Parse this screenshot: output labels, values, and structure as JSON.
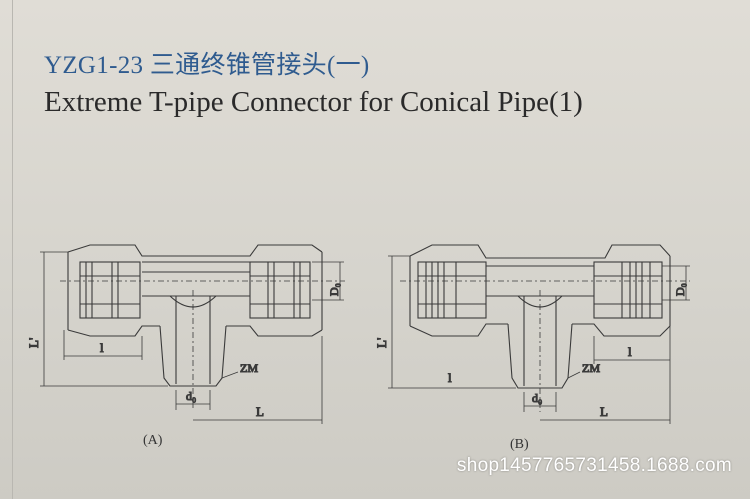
{
  "document": {
    "title_cn": "YZG1-23 三通终锥管接头(一)",
    "title_en": "Extreme T-pipe  Connector for Conical Pipe(1)"
  },
  "figure_a": {
    "caption": "(A)",
    "labels": {
      "l_prime": "L'",
      "l_small": "l",
      "d0": "d₀",
      "zm": "ZM",
      "d0_vert": "D₀",
      "big_l": "L"
    }
  },
  "figure_b": {
    "caption": "(B)",
    "labels": {
      "l_prime": "L'",
      "l_small": "l",
      "l_left": "l",
      "d0": "d₀",
      "zm": "ZM",
      "d0_vert": "D₀",
      "big_l": "L"
    }
  },
  "watermark": "shop1457765731458.1688.com",
  "colors": {
    "title_cn": "#2f5b8f",
    "title_en": "#2a2a2a",
    "line": "#3a3a3a"
  }
}
